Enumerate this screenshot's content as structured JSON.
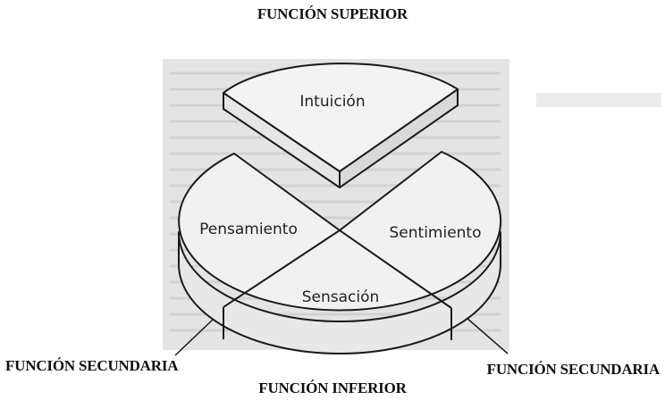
{
  "captions": {
    "top": "FUNCIÓN SUPERIOR",
    "left": "FUNCIÓN SECUNDARIA",
    "right": "FUNCIÓN SECUNDARIA",
    "bottom": "FUNCIÓN INFERIOR"
  },
  "quadrants": {
    "top": "Intuición",
    "left": "Pensamiento",
    "right": "Sentimiento",
    "bottom": "Sensación"
  },
  "colors": {
    "page_background": "#ffffff",
    "scan_background": "#e4e4e4",
    "disc_fill": "#f1f1f1",
    "outline": "#1a1a1a"
  }
}
